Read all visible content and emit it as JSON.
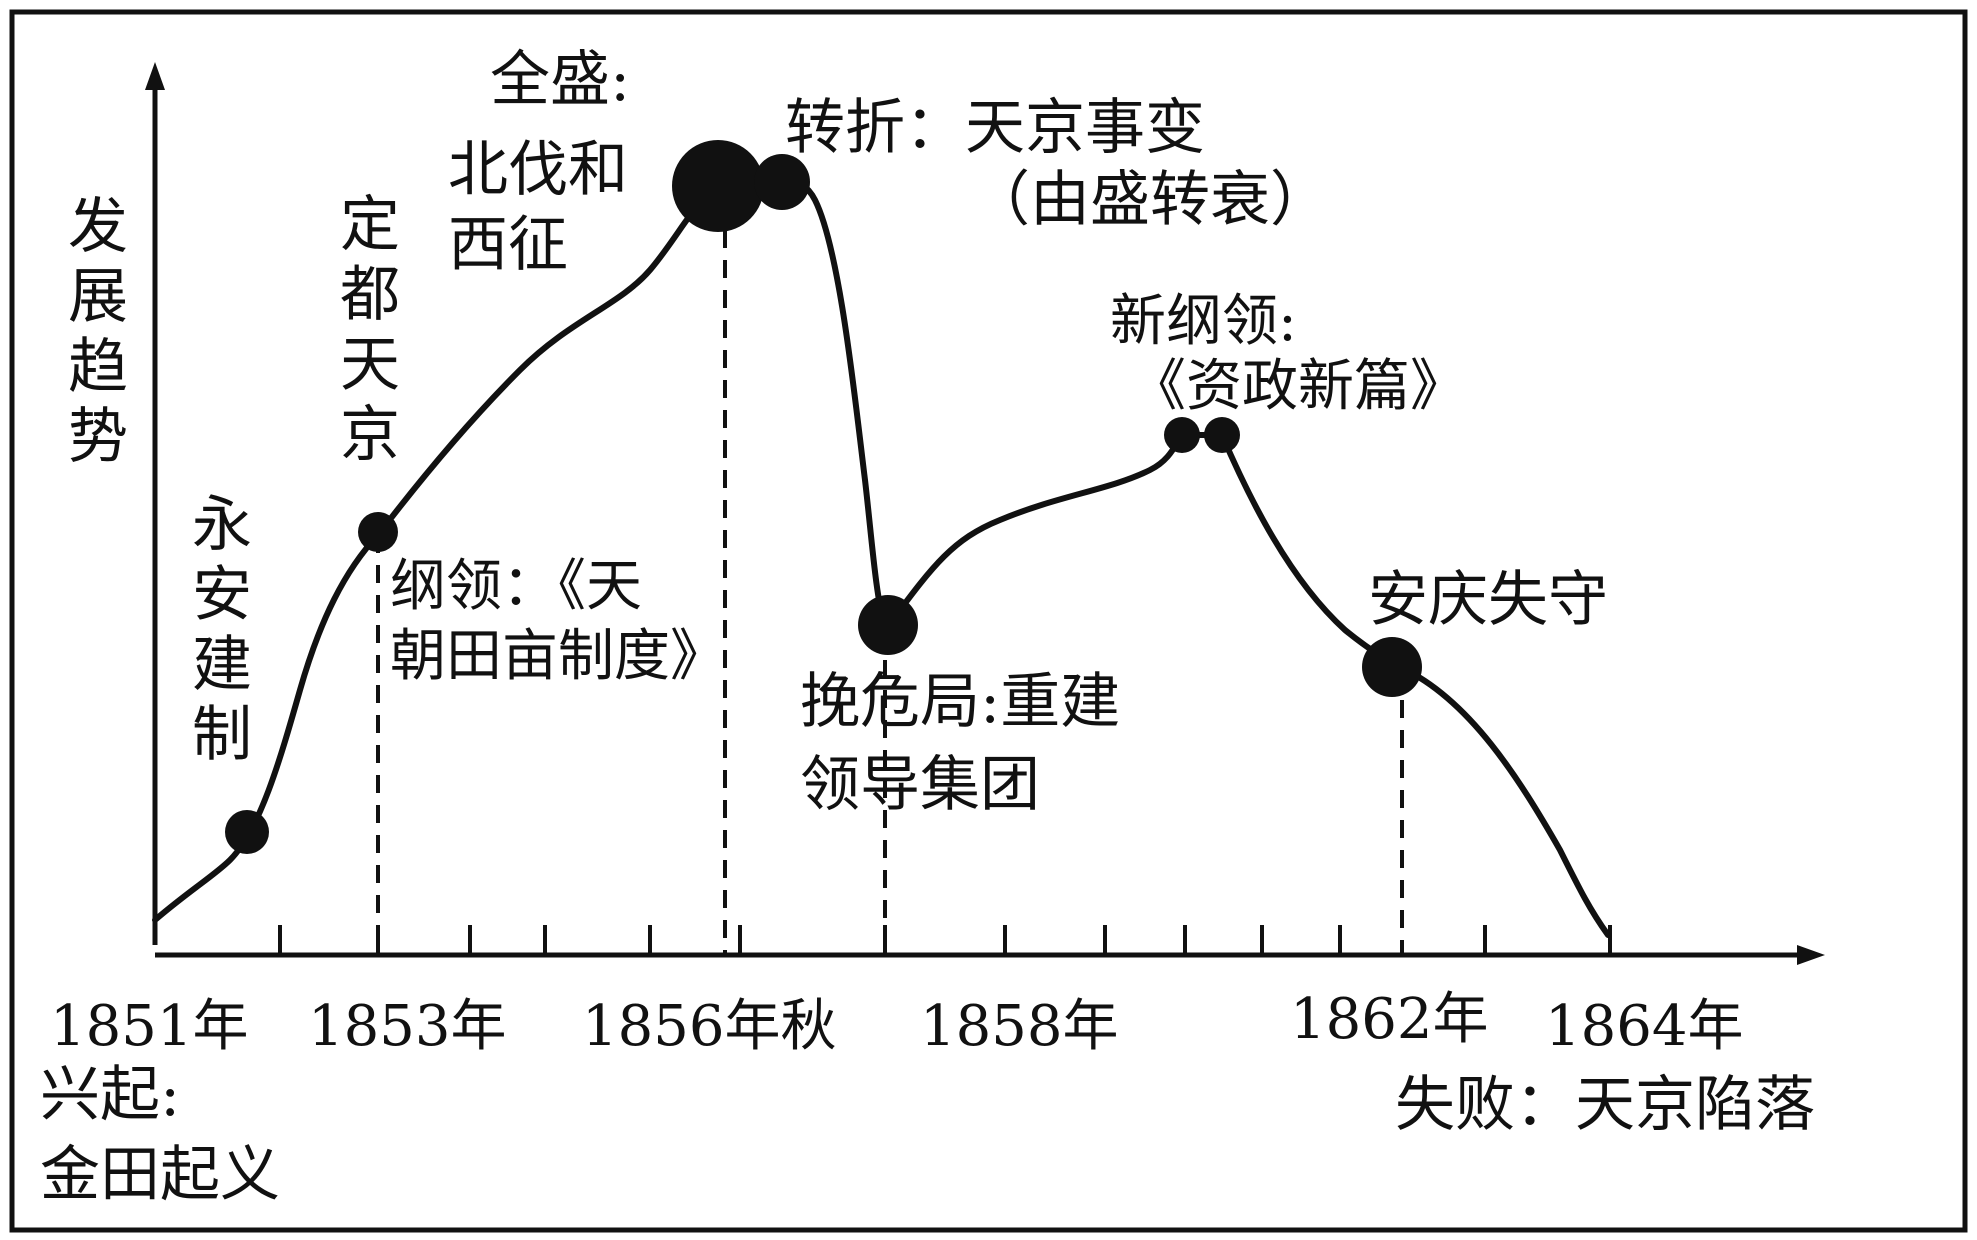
{
  "y_axis_label": [
    "发",
    "展",
    "趋",
    "势"
  ],
  "x_axis_years": {
    "y1851": "1851年",
    "y1853": "1853年",
    "y1856": "1856年秋",
    "y1858": "1858年",
    "y1862": "1862年",
    "y1864": "1864年"
  },
  "events": {
    "rise": {
      "l1": "兴起:",
      "l2": "金田起义"
    },
    "yongan": [
      "永",
      "安",
      "建",
      "制"
    ],
    "dingdu": [
      "定",
      "都",
      "天",
      "京"
    ],
    "gangling": {
      "l1": "纲领：《天",
      "l2": "朝田亩制度》"
    },
    "peak": {
      "l1": "全盛:",
      "l2": "北伐和",
      "l3": "西征"
    },
    "turn": {
      "l1": "转折：天京事变",
      "l2": "（由盛转衰）"
    },
    "rescue": {
      "l1": "挽危局:重建",
      "l2": "领导集团"
    },
    "newprog": {
      "l1": "新纲领:",
      "l2": "《资政新篇》"
    },
    "anqing": "安庆失守",
    "fall": "失败：天京陷落"
  },
  "colors": {
    "ink": "#111111",
    "background": "#ffffff"
  }
}
